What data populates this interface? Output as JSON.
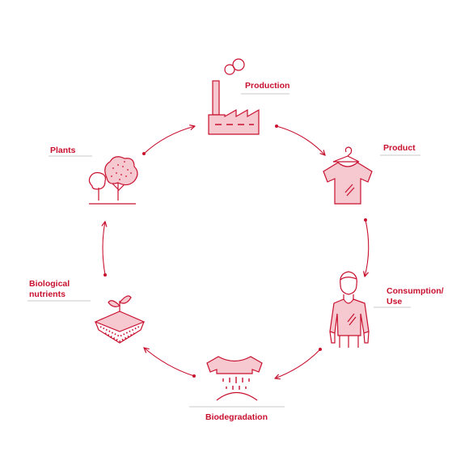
{
  "colors": {
    "accent": "#c8102e",
    "fill_light": "#f6c8d0",
    "underline": "#c9c9c9"
  },
  "stages": [
    {
      "id": "production",
      "label": "Production",
      "icon": "factory-icon"
    },
    {
      "id": "product",
      "label": "Product",
      "icon": "tshirt-on-hanger-icon"
    },
    {
      "id": "consumption",
      "label": "Consumption/\nUse",
      "label_line1": "Consumption/",
      "label_line2": "Use",
      "icon": "person-icon"
    },
    {
      "id": "biodegradation",
      "label": "Biodegradation",
      "icon": "decomposing-shirt-icon"
    },
    {
      "id": "nutrients",
      "label": "Biological\nnutrients",
      "label_line1": "Biological",
      "label_line2": "nutrients",
      "icon": "soil-sprout-icon"
    },
    {
      "id": "plants",
      "label": "Plants",
      "icon": "trees-icon"
    }
  ],
  "cycle_direction": "clockwise"
}
